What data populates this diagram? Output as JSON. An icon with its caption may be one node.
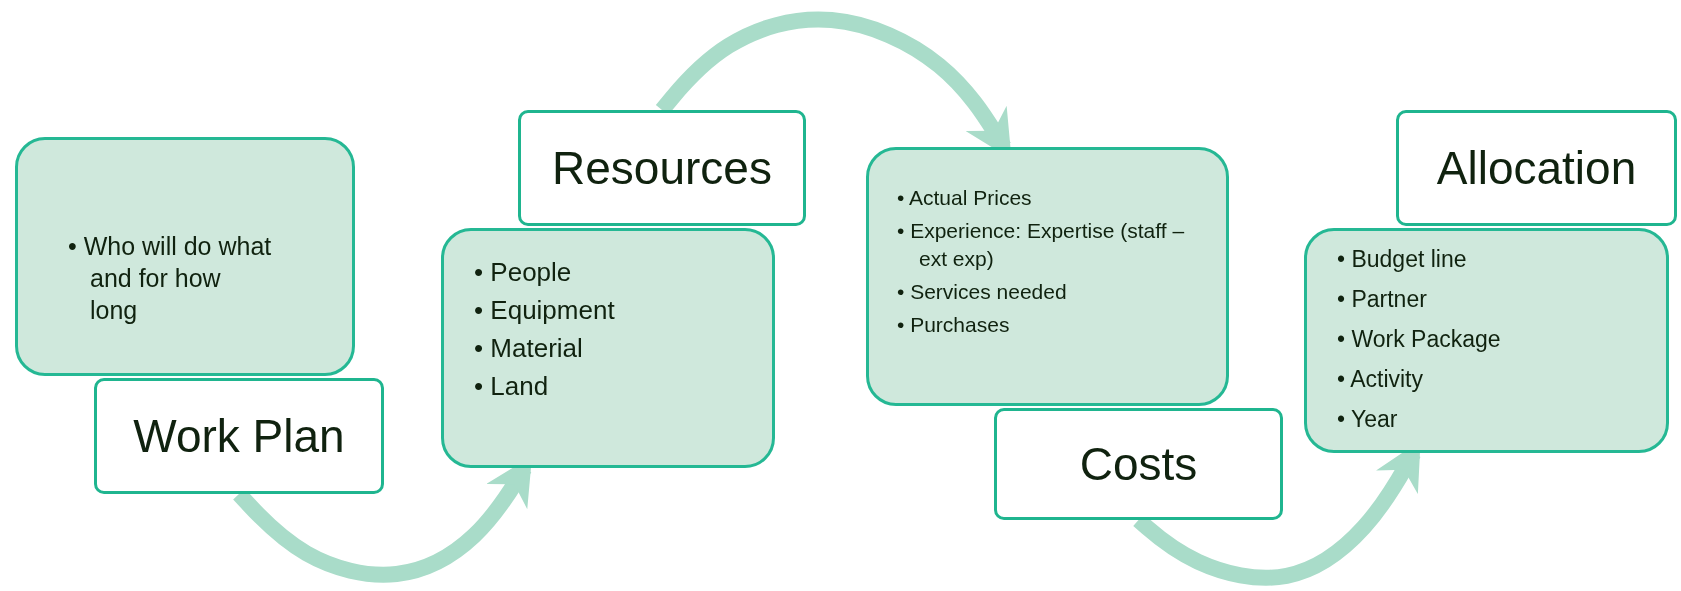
{
  "diagram": {
    "nodes": [
      {
        "text": [
          "• Who will do what and for how long"
        ]
      },
      {
        "text": [
          "Work Plan"
        ]
      },
      {
        "text": [
          "• People",
          "• Equipment",
          "• Material",
          "• Land"
        ]
      },
      {
        "text": [
          "Resources"
        ]
      },
      {
        "text": [
          "• Actual Prices",
          "• Experience: Expertise (staff – ext exp)",
          "• Services needed",
          "• Purchases"
        ]
      },
      {
        "text": [
          "Costs"
        ]
      },
      {
        "text": [
          "• Budget line",
          "• Partner",
          "• Work Package",
          "• Activity",
          "• Year"
        ]
      },
      {
        "text": [
          "Allocation"
        ]
      }
    ],
    "edges": [
      {
        "from": 1,
        "to": 2,
        "arrow": "to"
      },
      {
        "from": 3,
        "to": 4,
        "arrow": "to"
      },
      {
        "from": 5,
        "to": 6,
        "arrow": "to"
      }
    ]
  }
}
